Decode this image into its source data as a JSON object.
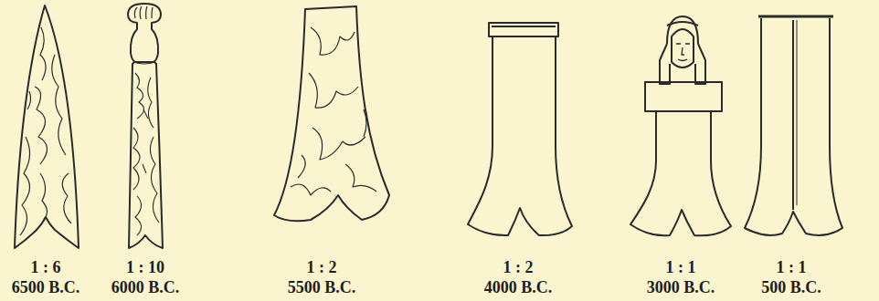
{
  "diagram": {
    "labels": [
      "1 : 6",
      "6500 B.C.",
      "1 : 10",
      "6000 B.C.",
      "1 : 2",
      "5500 B.C.",
      "1 : 2",
      "4000 B.C.",
      "1 : 1",
      "3000 B.C.",
      "1 : 1",
      "500 B.C."
    ]
  }
}
